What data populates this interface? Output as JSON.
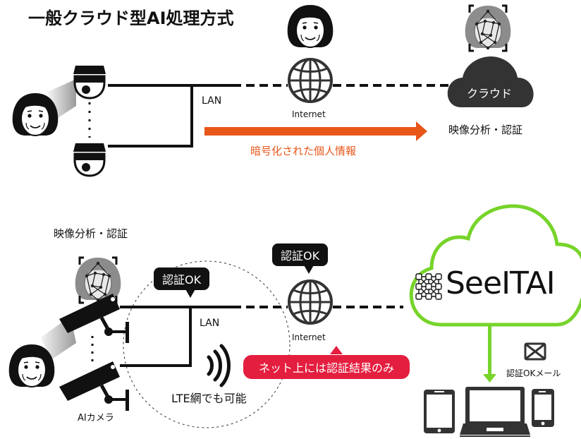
{
  "title": "一般クラウド型AI処理方式",
  "top": {
    "lan_label": "LAN",
    "internet_label": "Internet",
    "arrow_label": "暗号化された個人情報",
    "cloud_label": "クラウド",
    "cloud_caption": "映像分析・認証"
  },
  "bottom": {
    "analysis_caption": "映像分析・認証",
    "auth_ok_bubble_lan": "認証OK",
    "auth_ok_bubble_internet": "認証OK",
    "lan_label": "LAN",
    "internet_label": "Internet",
    "lte_label": "LTE網でも可能",
    "camera_label": "AIカメラ",
    "net_only_label": "ネット上には認証結果のみ",
    "brand": "SeeITAI",
    "mail_label": "認証OKメール"
  },
  "colors": {
    "orange": "#e8561a",
    "red": "#e41e3f",
    "green": "#77d42a",
    "dark": "#333333",
    "black": "#111111",
    "gray": "#8c8c8c"
  },
  "icons": [
    "person-face-icon",
    "dome-camera-icon",
    "globe-icon",
    "cloud-icon",
    "face-recognition-icon",
    "bullet-camera-icon",
    "wireless-signal-icon",
    "mail-icon",
    "tablet-icon",
    "laptop-icon",
    "smartphone-icon",
    "grid-logo-icon"
  ]
}
